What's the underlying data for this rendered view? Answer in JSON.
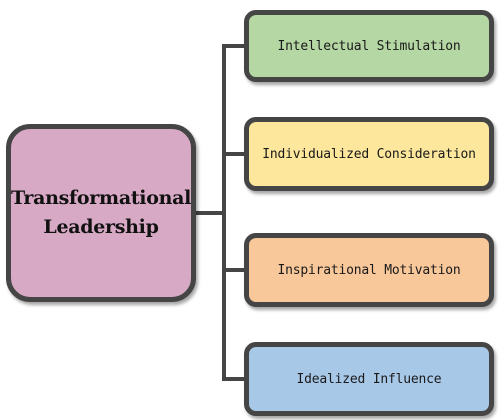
{
  "diagram": {
    "central": {
      "title": "Transformational Leadership",
      "lines": [
        "Transformational",
        "Leadership"
      ],
      "color": "#d8a9c4"
    },
    "components": [
      {
        "label": "Intellectual Stimulation",
        "color": "#b5d7a4"
      },
      {
        "label": "Individualized Consideration",
        "color": "#fce79c"
      },
      {
        "label": "Inspirational Motivation",
        "color": "#f8c79a"
      },
      {
        "label": "Idealized Influence",
        "color": "#a8c8e8"
      }
    ],
    "connector_color": "#454545",
    "border_color": "#454545"
  }
}
